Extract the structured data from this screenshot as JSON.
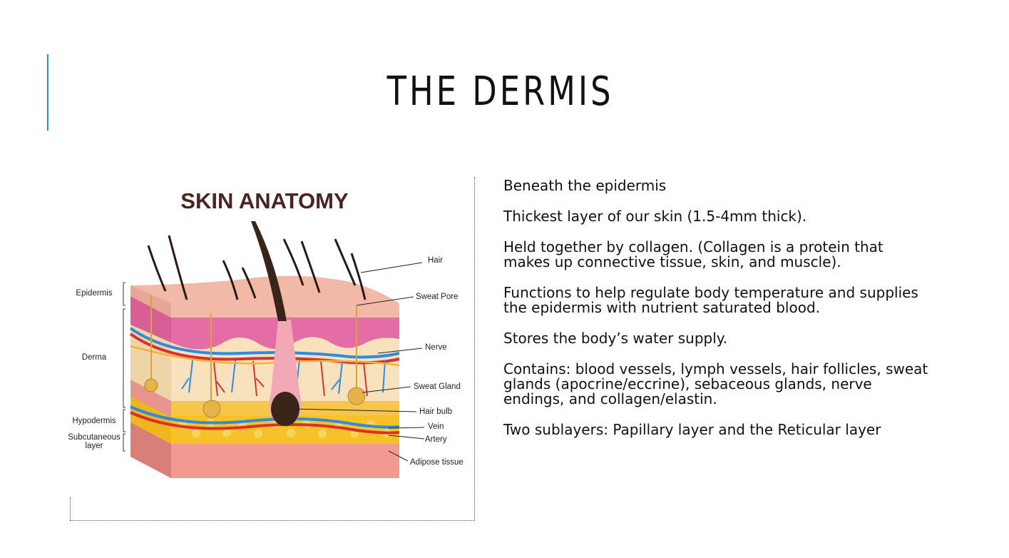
{
  "slide": {
    "title": "THE DERMIS",
    "accent_color": "#2a8dd4"
  },
  "diagram": {
    "title": "SKIN ANATOMY",
    "left_labels": {
      "epidermis": "Epidermis",
      "derma": "Derma",
      "hypodermis": "Hypodermis",
      "subcutaneous_1": "Subcutaneous",
      "subcutaneous_2": "layer"
    },
    "right_labels": {
      "hair": "Hair",
      "sweat_pore": "Sweat Pore",
      "nerve": "Nerve",
      "sweat_gland": "Sweat Gland",
      "hair_bulb": "Hair bulb",
      "vein": "Vein",
      "artery": "Artery",
      "adipose": "Adipose tissue"
    },
    "colors": {
      "epidermis": "#f2b9a8",
      "pink_layer": "#e46da6",
      "dermis": "#f7e2bd",
      "fat": "#f7c12a",
      "base": "#f29a92",
      "vein": "#2f8be0",
      "artery": "#d8322b"
    }
  },
  "bullets": [
    "Beneath the epidermis",
    "Thickest layer of our skin (1.5-4mm thick).",
    "Held together by collagen. (Collagen is a protein that makes up connective tissue, skin, and muscle).",
    "Functions to help regulate body temperature and supplies the epidermis with nutrient saturated blood.",
    "Stores the body’s water supply.",
    "Contains: blood vessels, lymph vessels, hair follicles, sweat glands (apocrine/eccrine), sebaceous glands, nerve endings, and collagen/elastin.",
    "Two sublayers: Papillary layer and the Reticular layer"
  ]
}
